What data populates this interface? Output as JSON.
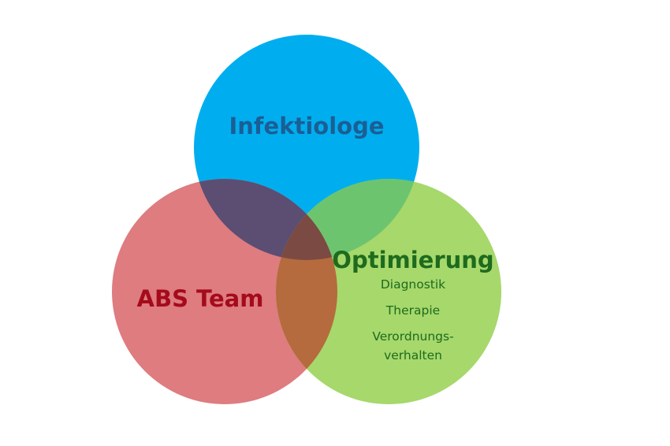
{
  "diagram": {
    "title_clipped": "",
    "circles": {
      "top": {
        "label": "Infektiologe",
        "fill": "#00aeef",
        "text_color": "#1b5e95"
      },
      "left": {
        "label": "ABS Team",
        "fill": "#de7c80",
        "text_color": "#a50b1b"
      },
      "right": {
        "label": "Optimierung",
        "fill": "#a6d86b",
        "text_color": "#1e6b1e",
        "items": [
          "Diagnostik",
          "Therapie",
          "Verordnungs-",
          "verhalten"
        ]
      }
    },
    "overlap_colors": {
      "top_left": "#5b4e72",
      "top_right": "#6dc46f",
      "left_right": "#b56b3e",
      "center": "#7b4a42"
    }
  }
}
